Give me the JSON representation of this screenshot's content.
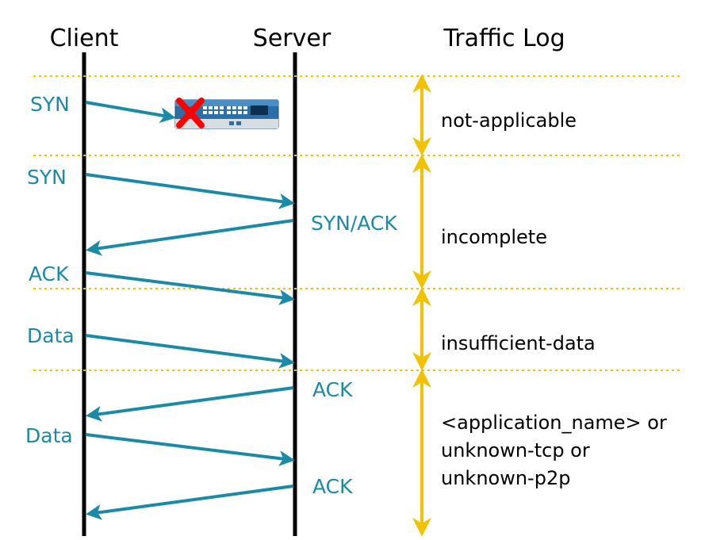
{
  "headers": {
    "client": "Client",
    "server": "Server",
    "traffic_log": "Traffic Log"
  },
  "messages": {
    "syn_blocked": "SYN",
    "syn": "SYN",
    "syn_ack": "SYN/ACK",
    "ack": "ACK",
    "data_1": "Data",
    "ack_server_1": "ACK",
    "data_2": "Data",
    "ack_server_2": "ACK"
  },
  "log_labels": {
    "not_applicable": "not-applicable",
    "incomplete": "incomplete",
    "insufficient_data": "insufficient-data",
    "app_line1": "<application_name> or",
    "app_line2": "unknown-tcp or",
    "app_line3": "unknown-p2p"
  },
  "colors": {
    "arrow": "#1a8aa6",
    "label": "#1a8aa6",
    "divider": "#f2c200",
    "range_arrow": "#f2c200",
    "blocked_x": "#ff0000",
    "firewall": "#2a6fa8"
  },
  "icons": {
    "firewall": "firewall-switch-icon",
    "blocked": "red-x-icon"
  }
}
